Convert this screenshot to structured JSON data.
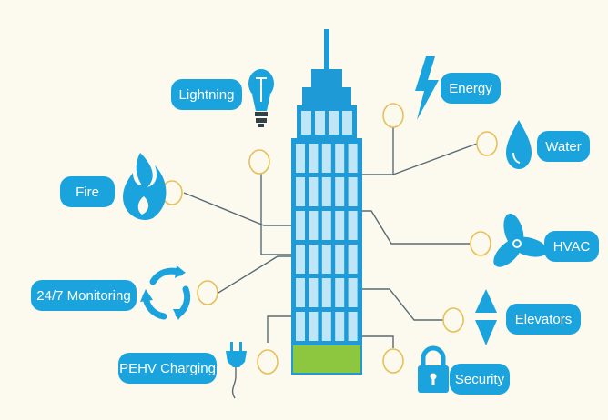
{
  "colors": {
    "background": "#fcf9ee",
    "accent_blue": "#1aa3dc",
    "tower_blue": "#1e9ad6",
    "window_blue": "#bfe6f7",
    "base_green": "#8dc63f",
    "line_gray": "#5a6b74",
    "node_outline": "#e6c15a"
  },
  "systems": [
    {
      "id": "lightning",
      "label": "Lightning",
      "icon": "light-bulb-icon"
    },
    {
      "id": "energy",
      "label": "Energy",
      "icon": "lightning-bolt-icon"
    },
    {
      "id": "water",
      "label": "Water",
      "icon": "water-drop-icon"
    },
    {
      "id": "fire",
      "label": "Fire",
      "icon": "flame-icon"
    },
    {
      "id": "hvac",
      "label": "HVAC",
      "icon": "fan-icon"
    },
    {
      "id": "monitoring",
      "label": "24/7 Monitoring",
      "icon": "recycle-arrows-icon"
    },
    {
      "id": "elevators",
      "label": "Elevators",
      "icon": "up-down-arrows-icon"
    },
    {
      "id": "charging",
      "label": "PEHV Charging",
      "icon": "plug-icon"
    },
    {
      "id": "security",
      "label": "Security",
      "icon": "padlock-icon"
    }
  ]
}
